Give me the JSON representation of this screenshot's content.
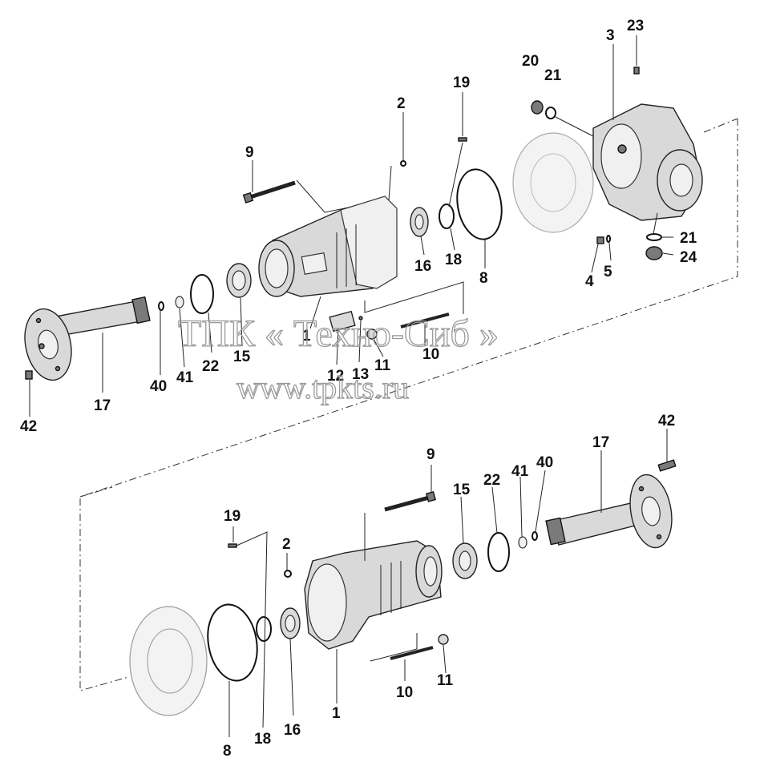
{
  "diagram": {
    "top_assembly_labels": {
      "l1": "1",
      "l2": "2",
      "l3": "3",
      "l4": "4",
      "l5": "5",
      "l8": "8",
      "l9": "9",
      "l10": "10",
      "l11": "11",
      "l12": "12",
      "l13": "13",
      "l15": "15",
      "l16": "16",
      "l17": "17",
      "l18": "18",
      "l19": "19",
      "l20": "20",
      "l21a": "21",
      "l21b": "21",
      "l22": "22",
      "l23": "23",
      "l24": "24",
      "l40": "40",
      "l41": "41",
      "l42": "42"
    },
    "bottom_assembly_labels": {
      "l1": "1",
      "l2": "2",
      "l8": "8",
      "l9": "9",
      "l10": "10",
      "l11": "11",
      "l15": "15",
      "l16": "16",
      "l17": "17",
      "l18": "18",
      "l19": "19",
      "l22": "22",
      "l40": "40",
      "l41": "41",
      "l42": "42"
    }
  },
  "watermark": {
    "line1": "ТПК « Техно-Сиб »",
    "line2": "www.tpkts.ru"
  }
}
